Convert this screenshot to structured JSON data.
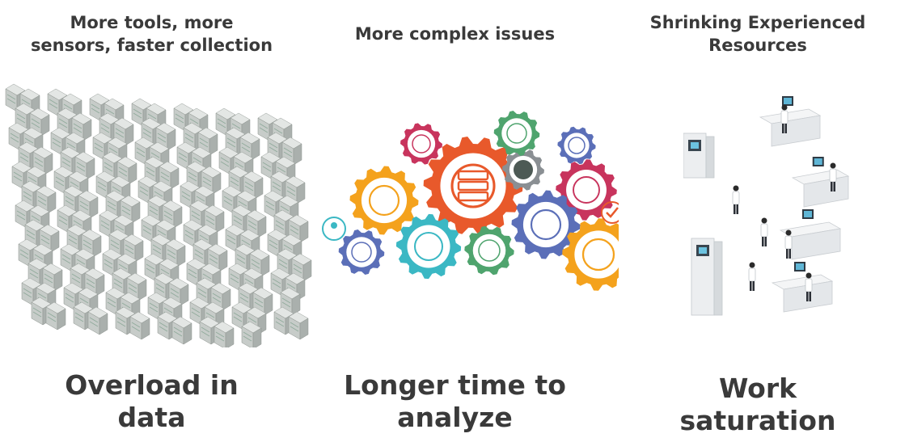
{
  "columns": [
    {
      "heading": "More tools, more sensors, faster collection",
      "heading_lines": [
        "More tools, more",
        "sensors, faster collection"
      ],
      "caption_lines": [
        "Overload in",
        "data"
      ],
      "illustration": "server-rack-array"
    },
    {
      "heading": "More complex issues",
      "caption_lines": [
        "Longer time to",
        "analyze"
      ],
      "illustration": "gear-cluster",
      "gear_colors": [
        "#e8592b",
        "#f4a21d",
        "#3bb8c4",
        "#c8345d",
        "#5b6fb8",
        "#4fa46e",
        "#8a8f93"
      ]
    },
    {
      "heading": "Shrinking Experienced Resources",
      "heading_lines": [
        "Shrinking Experienced",
        "Resources"
      ],
      "caption_lines": [
        "Work",
        "saturation"
      ],
      "illustration": "lab-workstations"
    }
  ]
}
